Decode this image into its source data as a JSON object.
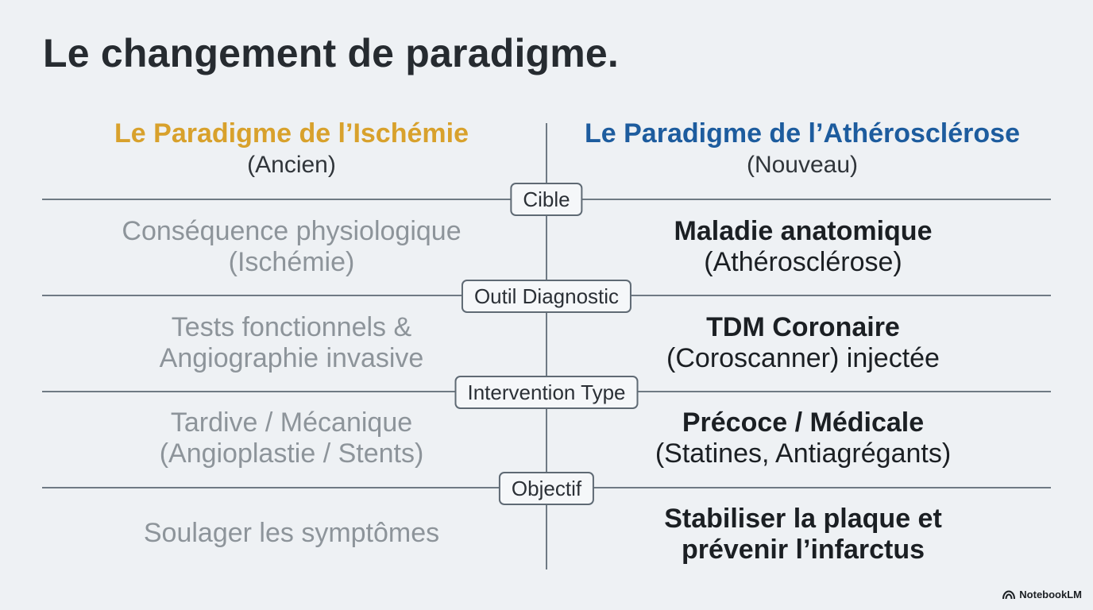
{
  "title": "Le changement de paradigme.",
  "columns": {
    "old": {
      "title": "Le Paradigme de l’Ischémie",
      "subtitle": "(Ancien)",
      "color": "#d8a12c"
    },
    "new": {
      "title": "Le Paradigme de l’Athérosclérose",
      "subtitle": "(Nouveau)",
      "color": "#1d5c9e"
    }
  },
  "rows": [
    {
      "label": "Cible",
      "old": [
        "Conséquence physiologique",
        "(Ischémie)"
      ],
      "new_bold": [
        "Maladie anatomique"
      ],
      "new_normal": [
        "(Athérosclérose)"
      ]
    },
    {
      "label": "Outil Diagnostic",
      "old": [
        "Tests fonctionnels &",
        "Angiographie invasive"
      ],
      "new_bold": [
        "TDM Coronaire"
      ],
      "new_normal": [
        "(Coroscanner) injectée"
      ]
    },
    {
      "label": "Intervention Type",
      "old": [
        "Tardive / Mécanique",
        "(Angioplastie / Stents)"
      ],
      "new_bold": [
        "Précoce / Médicale"
      ],
      "new_normal": [
        "(Statines, Antiagrégants)"
      ]
    },
    {
      "label": "Objectif",
      "old": [
        "Soulager les symptômes"
      ],
      "new_bold": [
        "Stabiliser la plaque et",
        "prévenir l’infarctus"
      ],
      "new_normal": []
    }
  ],
  "footer": {
    "brand": "NotebookLM",
    "icon": "notebooklm-logo-icon"
  }
}
